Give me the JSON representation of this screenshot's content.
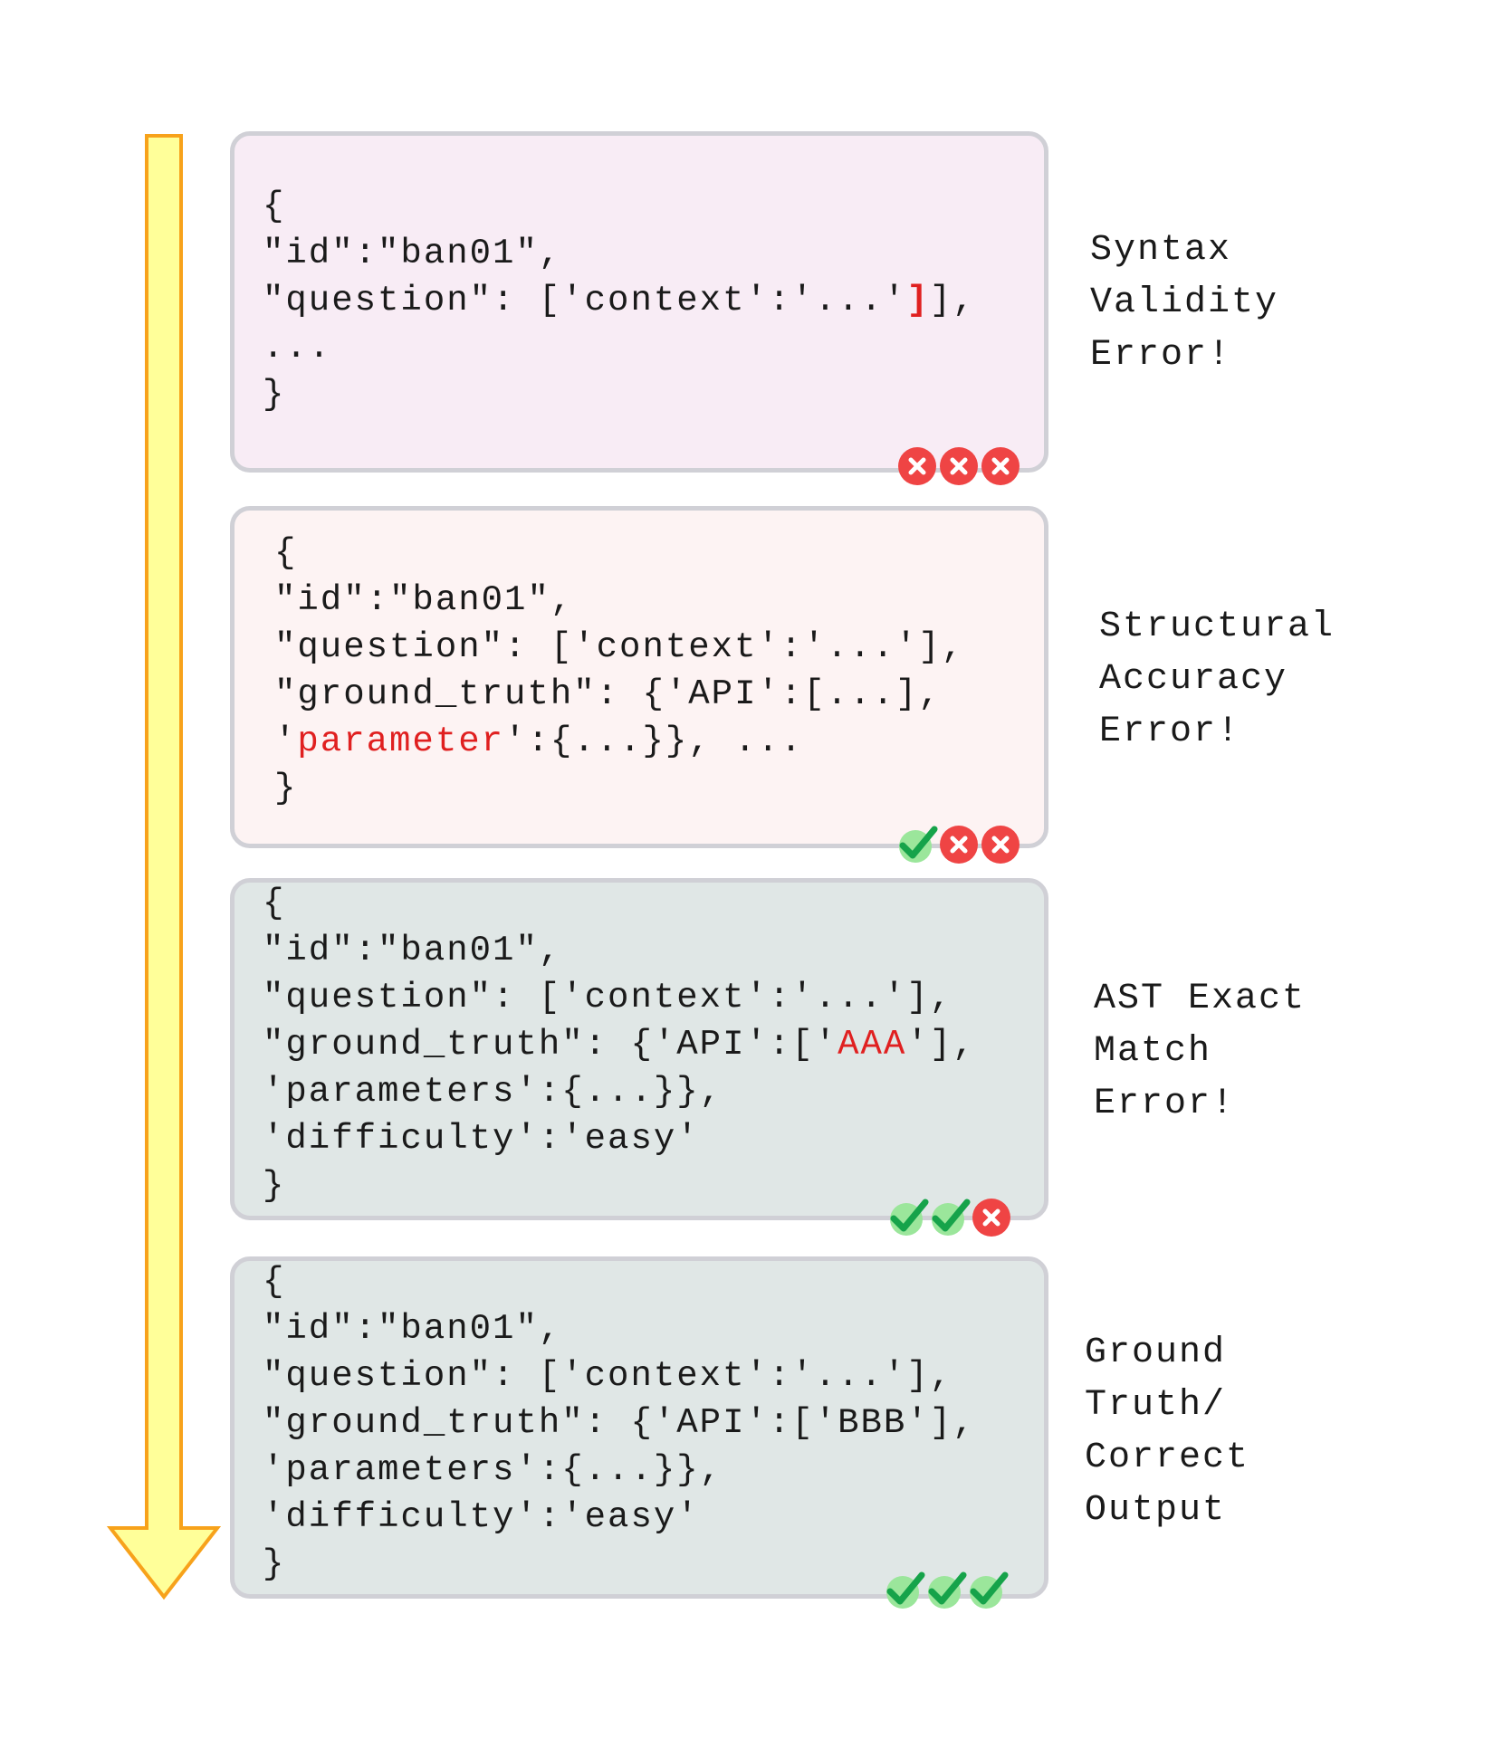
{
  "panels": [
    {
      "lines": [
        [
          {
            "t": "{"
          }
        ],
        [
          {
            "t": "\"id\":\"ban01\","
          }
        ],
        [
          {
            "t": "\"question\": ['context':'...'"
          },
          {
            "t": "]",
            "s": "redbold"
          },
          {
            "t": "],"
          }
        ],
        [
          {
            "t": "..."
          }
        ],
        [
          {
            "t": "}"
          }
        ]
      ],
      "label": [
        "Syntax",
        "Validity",
        "Error!"
      ],
      "badges": [
        "cross",
        "cross",
        "cross"
      ]
    },
    {
      "lines": [
        [
          {
            "t": "{"
          }
        ],
        [
          {
            "t": "\"id\":\"ban01\","
          }
        ],
        [
          {
            "t": "\"question\": ['context':'...'],"
          }
        ],
        [
          {
            "t": "\"ground_truth\": {'API':[...],"
          }
        ],
        [
          {
            "t": "'"
          },
          {
            "t": "parameter",
            "s": "red"
          },
          {
            "t": "':{...}}, ..."
          }
        ],
        [
          {
            "t": "}"
          }
        ]
      ],
      "label": [
        "Structural",
        "Accuracy",
        "Error!"
      ],
      "badges": [
        "check",
        "cross",
        "cross"
      ]
    },
    {
      "lines": [
        [
          {
            "t": "{"
          }
        ],
        [
          {
            "t": "\"id\":\"ban01\","
          }
        ],
        [
          {
            "t": "\"question\": ['context':'...'],"
          }
        ],
        [
          {
            "t": "\"ground_truth\": {'API':['"
          },
          {
            "t": "AAA",
            "s": "red"
          },
          {
            "t": "'],"
          }
        ],
        [
          {
            "t": "'parameters':{...}},"
          }
        ],
        [
          {
            "t": "'difficulty':'easy'"
          }
        ],
        [
          {
            "t": "}"
          }
        ]
      ],
      "label": [
        "AST Exact",
        "Match",
        "Error!"
      ],
      "badges": [
        "check",
        "check",
        "cross"
      ]
    },
    {
      "lines": [
        [
          {
            "t": "{"
          }
        ],
        [
          {
            "t": "\"id\":\"ban01\","
          }
        ],
        [
          {
            "t": "\"question\": ['context':'...'],"
          }
        ],
        [
          {
            "t": "\"ground_truth\": {'API':['BBB'],"
          }
        ],
        [
          {
            "t": "'parameters':{...}},"
          }
        ],
        [
          {
            "t": "'difficulty':'easy'"
          }
        ],
        [
          {
            "t": "}"
          }
        ]
      ],
      "label": [
        "Ground",
        "Truth/",
        "Correct",
        "Output"
      ],
      "badges": [
        "check",
        "check",
        "check"
      ]
    }
  ],
  "colors": {
    "error": "#e02020",
    "cross": "#ef4444",
    "check": "#16a34a",
    "arrow_fill": "#ffff99",
    "arrow_stroke": "#f7a21b"
  }
}
